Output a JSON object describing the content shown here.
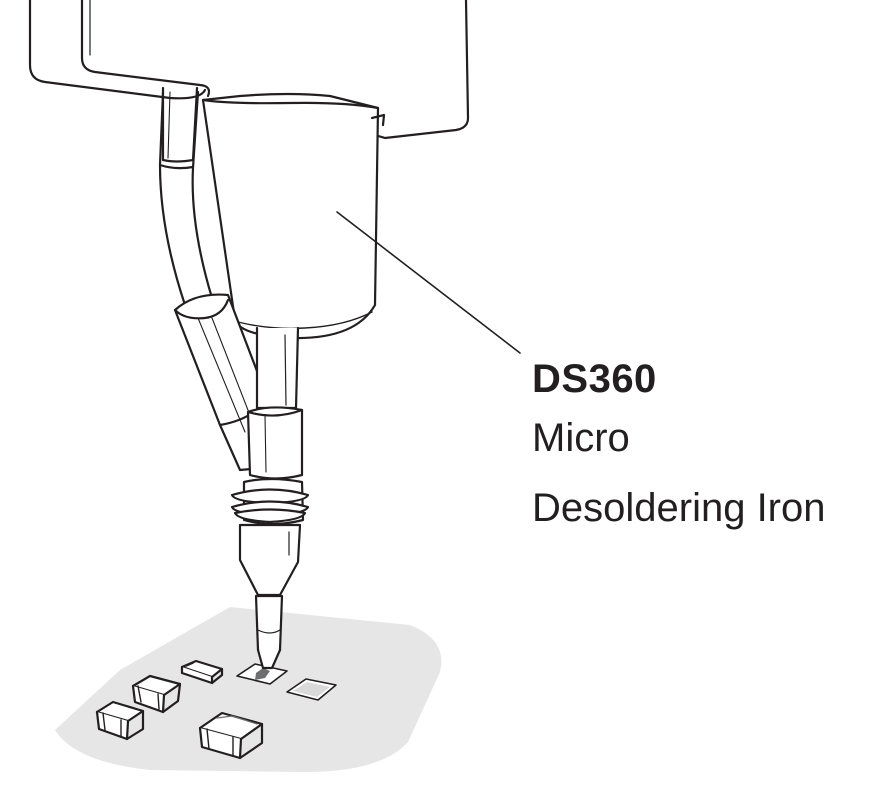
{
  "callout": {
    "model": "DS360",
    "line1": "Micro",
    "line2": "Desoldering Iron"
  },
  "colors": {
    "stroke": "#231f20",
    "board_fill": "#e6e6e6",
    "background": "#ffffff"
  },
  "icons": {
    "desoldering_iron": "desoldering-iron-illustration",
    "circuit_board": "circuit-board-illustration"
  }
}
